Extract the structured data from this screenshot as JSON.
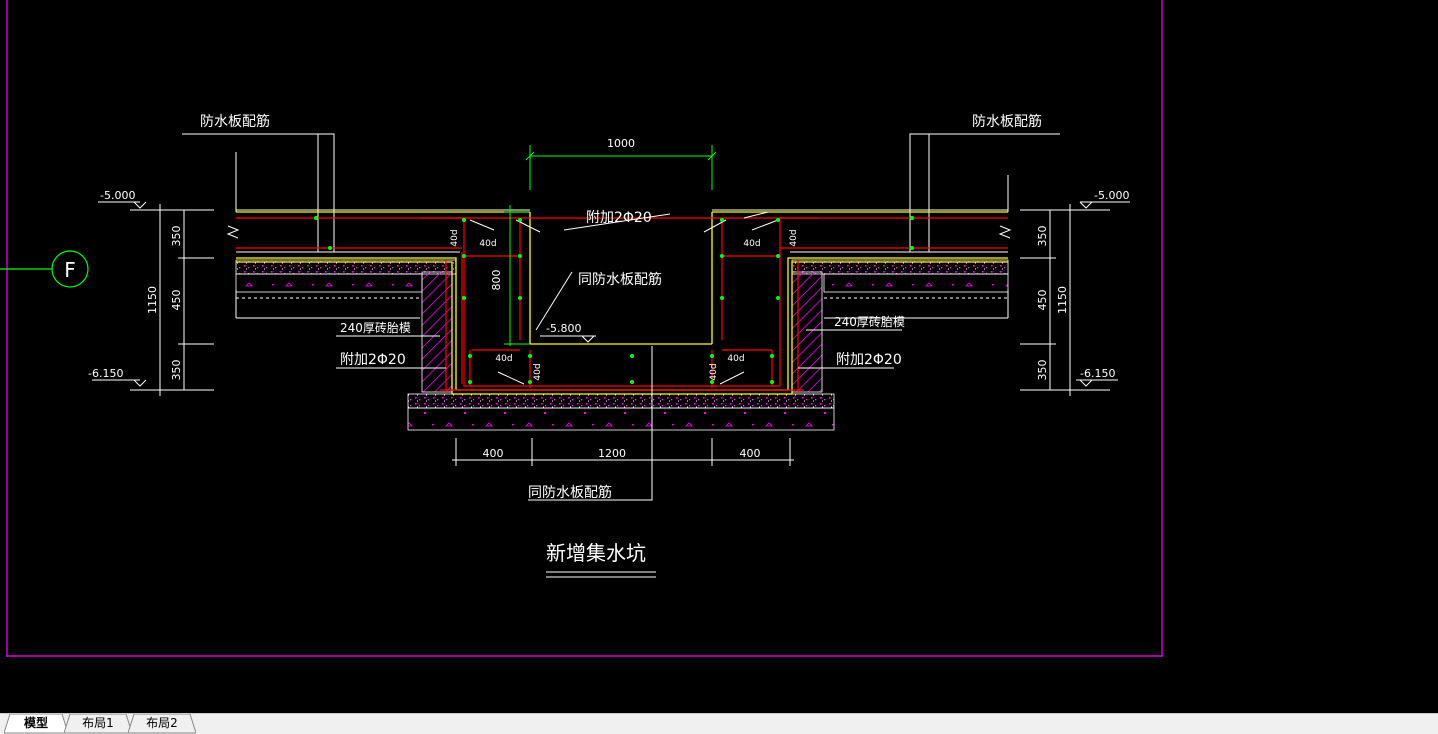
{
  "drawing": {
    "title": "新增集水坑",
    "grid_bubble": "F",
    "labels": {
      "waterproof_top_left": "防水板配筋",
      "waterproof_top_right": "防水板配筋",
      "waterproof_mid": "同防水板配筋",
      "waterproof_bottom": "同防水板配筋",
      "added_rebar_top": "附加2Φ20",
      "added_rebar_left": "附加2Φ20",
      "added_rebar_right": "附加2Φ20",
      "brick_left": "240厚砖胎模",
      "brick_right": "240厚砖胎模",
      "anchor": "40d"
    },
    "elevations": {
      "top_left": "-5.000",
      "top_right": "-5.000",
      "bottom_left": "-6.150",
      "bottom_right": "-6.150",
      "pit_bottom": "-5.800"
    },
    "dimensions": {
      "opening": "1000",
      "pit_depth": "800",
      "total_left": "1150",
      "total_right": "1150",
      "seg_350": "350",
      "seg_450": "450",
      "wall_left": "400",
      "pit_width": "1200",
      "wall_right": "400"
    },
    "colors": {
      "background": "#000000",
      "frame": "#ff00ff",
      "concrete": "#ffff00",
      "rebar": "#ff0000",
      "dimension": "#00ff00",
      "line": "#ffffff",
      "hatch": "#ff00ff"
    }
  },
  "tabs": [
    {
      "label": "模型",
      "active": true
    },
    {
      "label": "布局1",
      "active": false
    },
    {
      "label": "布局2",
      "active": false
    }
  ]
}
